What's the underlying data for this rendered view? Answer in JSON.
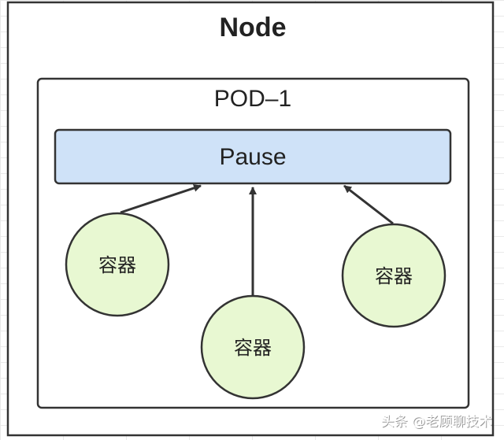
{
  "node": {
    "title": "Node"
  },
  "pod": {
    "title": "POD–1"
  },
  "pause": {
    "label": "Pause",
    "fill": "#cfe2f8"
  },
  "containers": [
    {
      "label": "容器"
    },
    {
      "label": "容器"
    },
    {
      "label": "容器"
    }
  ],
  "container_fill": "#e8f8d2",
  "watermark": "头条 @老顾聊技术"
}
